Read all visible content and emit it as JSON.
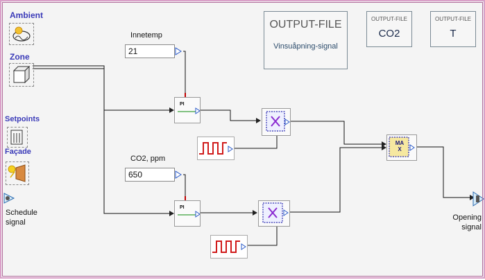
{
  "components": {
    "ambient": {
      "label": "Ambient"
    },
    "zone": {
      "label": "Zone"
    },
    "setpoints": {
      "label": "Setpoints"
    },
    "facade": {
      "label": "Façade"
    },
    "schedule": {
      "label_line1": "Schedule",
      "label_line2": "signal"
    },
    "opening": {
      "label_line1": "Opening",
      "label_line2": "signal"
    },
    "temp_setpoint": {
      "label": "Innetemp",
      "value": "21"
    },
    "co2_setpoint": {
      "label": "CO2, ppm",
      "value": "650"
    },
    "pi_label": "PI",
    "max_label_line1": "MA",
    "max_label_line2": "X"
  },
  "output_files": {
    "main": {
      "title": "OUTPUT-FILE",
      "subtitle": "Vinsuåpning-signal"
    },
    "co2": {
      "title": "OUTPUT-FILE",
      "value": "CO2"
    },
    "t": {
      "title": "OUTPUT-FILE",
      "value": "T"
    }
  },
  "icons": [
    "ambient-icon",
    "zone-icon",
    "setpoints-icon",
    "facade-icon",
    "schedule-icon",
    "pi-controller-icon",
    "multiply-icon",
    "square-wave-icon",
    "max-icon",
    "opening-output-icon"
  ]
}
